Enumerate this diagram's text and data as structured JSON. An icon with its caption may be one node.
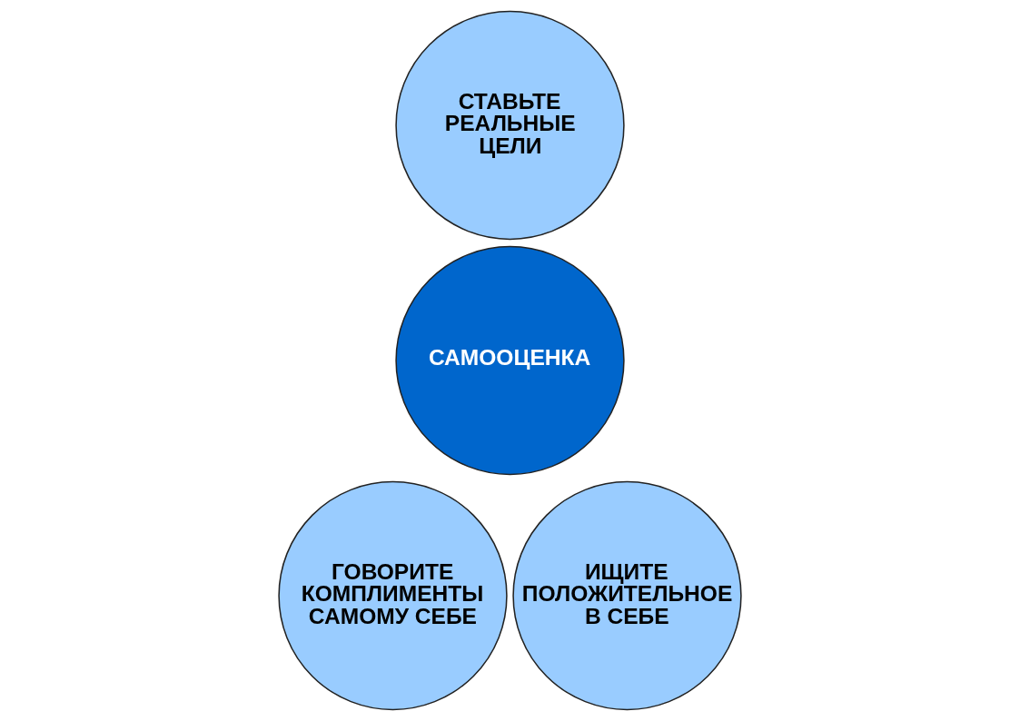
{
  "diagram": {
    "nodes": [
      {
        "text": [
          "СТАВЬТЕ РЕАЛЬНЫЕ ЦЕЛИ"
        ]
      },
      {
        "text": [
          "САМООЦЕНКА"
        ]
      },
      {
        "text": [
          "ГОВОРИТЕ КОМПЛИМЕНТЫ САМОМУ СЕБЕ"
        ]
      },
      {
        "text": [
          "ИЩИТЕ ПОЛОЖИТЕЛЬНОЕ В СЕБЕ"
        ]
      }
    ]
  }
}
